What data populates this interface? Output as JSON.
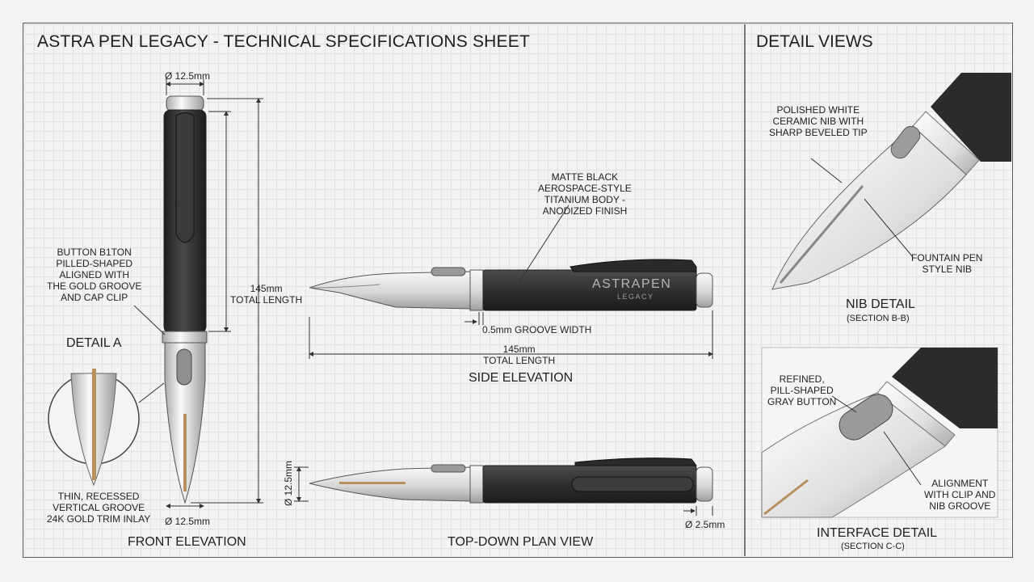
{
  "sheet": {
    "title": "ASTRA PEN LEGACY - TECHNICAL SPECIFICATIONS SHEET",
    "detail_views_title": "DETAIL VIEWS",
    "front": {
      "dia_top": "Ø 12.5mm",
      "dia_bottom": "Ø 12.5mm",
      "length": [
        "145mm",
        "TOTAL LENGTH"
      ],
      "button_callout": [
        "BUTTON B1TON",
        "PILLED-SHAPED",
        "ALIGNED WITH",
        "THE GOLD GROOVE",
        "AND CAP CLIP"
      ],
      "detail_a": "DETAIL A",
      "groove_callout": [
        "THIN, RECESSED",
        "VERTICAL GROOVE",
        "24K GOLD TRIM INLAY"
      ],
      "view_label": "FRONT ELEVATION"
    },
    "side": {
      "body_callout": [
        "MATTE BLACK",
        "AEROSPACE-STYLE",
        "TITANIUM BODY -",
        "ANODIZED FINISH"
      ],
      "brand": "ASTRAPEN",
      "brand_sub": "LEGACY",
      "groove_width": "0.5mm GROOVE WIDTH",
      "length": [
        "145mm",
        "TOTAL LENGTH"
      ],
      "view_label": "SIDE ELEVATION"
    },
    "top": {
      "dia": "Ø 12.5mm",
      "dia_small": "Ø 2.5mm",
      "view_label": "TOP-DOWN PLAN VIEW"
    },
    "nib": {
      "callout_top": [
        "POLISHED WHITE",
        "CERAMIC NIB WITH",
        "SHARP BEVELED TIP"
      ],
      "callout_right": [
        "FOUNTAIN PEN",
        "STYLE NIB"
      ],
      "view_label": "NIB DETAIL",
      "section": "(SECTION B-B)"
    },
    "interface": {
      "callout_button": [
        "REFINED,",
        "PILL-SHAPED",
        "GRAY BUTTON"
      ],
      "callout_align": [
        "ALIGNMENT",
        "WITH CLIP AND",
        "NIB GROOVE"
      ],
      "view_label": "INTERFACE DETAIL",
      "section": "(SECTION C-C)"
    },
    "colors": {
      "body": "#2e2e2e",
      "metal": "#d9d9d9",
      "gold": "#b89060",
      "line": "#3a3a3a"
    }
  }
}
